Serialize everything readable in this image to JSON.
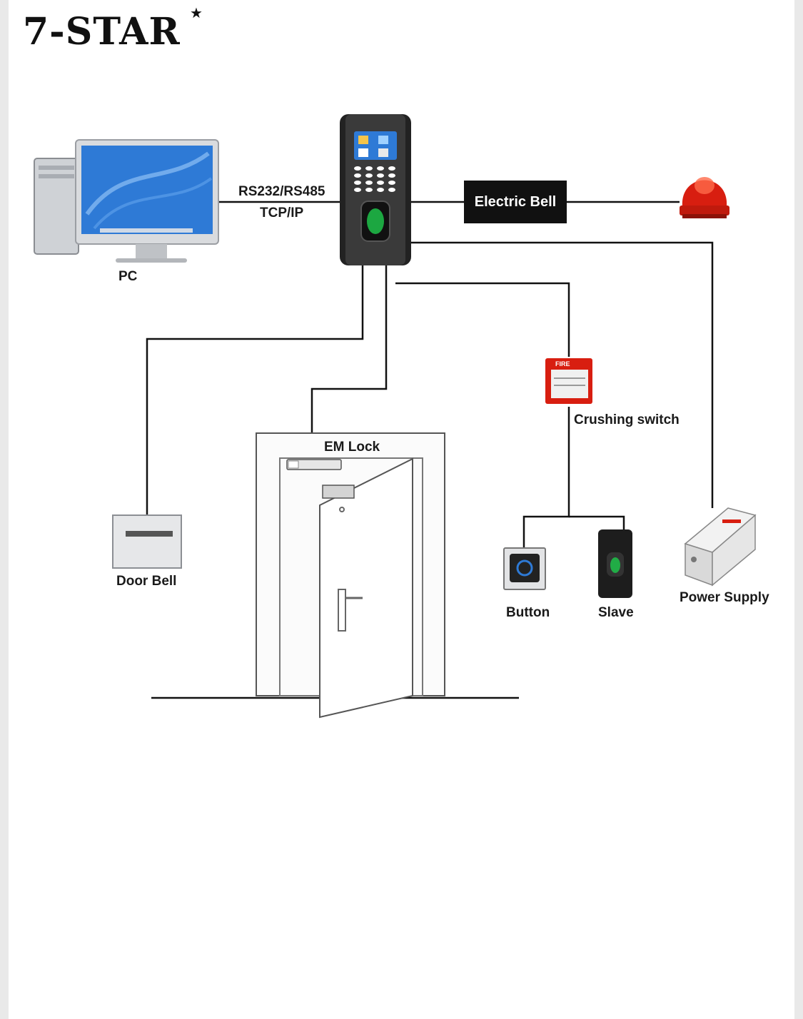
{
  "brand": {
    "name": "7-STAR",
    "star": "★"
  },
  "labels": {
    "pc": "PC",
    "link_line1": "RS232/RS485",
    "link_line2": "TCP/IP",
    "electric_bell": "Electric Bell",
    "crushing_switch": "Crushing switch",
    "em_lock": "EM Lock",
    "door_bell": "Door Bell",
    "button": "Button",
    "slave": "Slave",
    "power_supply": "Power Supply"
  },
  "device_text": {
    "fire": "FIRE"
  },
  "colors": {
    "wire": "#111111",
    "alarm_red": "#d81e10",
    "screen_blue": "#2e7ad6",
    "fingerprint_green": "#1ec24a"
  }
}
